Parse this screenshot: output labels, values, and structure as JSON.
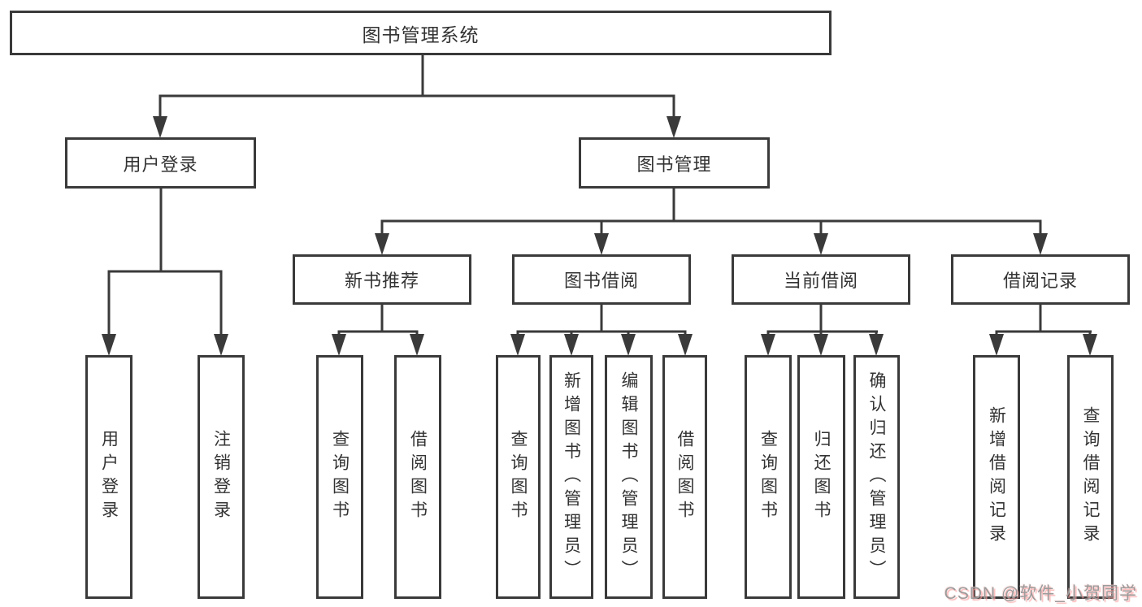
{
  "diagram_title": "图书管理系统",
  "tree": {
    "label": "图书管理系统",
    "children": [
      {
        "label": "用户登录",
        "children": [
          {
            "label": "用户登录"
          },
          {
            "label": "注销登录"
          }
        ]
      },
      {
        "label": "图书管理",
        "children": [
          {
            "label": "新书推荐",
            "children": [
              {
                "label": "查询图书"
              },
              {
                "label": "借阅图书"
              }
            ]
          },
          {
            "label": "图书借阅",
            "children": [
              {
                "label": "查询图书"
              },
              {
                "label": "新增图书（管理员）"
              },
              {
                "label": "编辑图书（管理员）"
              },
              {
                "label": "借阅图书"
              }
            ]
          },
          {
            "label": "当前借阅",
            "children": [
              {
                "label": "查询图书"
              },
              {
                "label": "归还图书"
              },
              {
                "label": "确认归还（管理员）"
              }
            ]
          },
          {
            "label": "借阅记录",
            "children": [
              {
                "label": "新增借阅记录"
              },
              {
                "label": "查询借阅记录"
              }
            ]
          }
        ]
      }
    ]
  },
  "watermark": {
    "text": "CSDN @软件_小贺同学"
  },
  "colors": {
    "line": "#3a3a3a",
    "box_border": "#3a3a3a",
    "text": "#333333",
    "watermark_text": "#9b9b9b",
    "watermark_glow": "#faa0a0",
    "background": "#ffffff"
  }
}
